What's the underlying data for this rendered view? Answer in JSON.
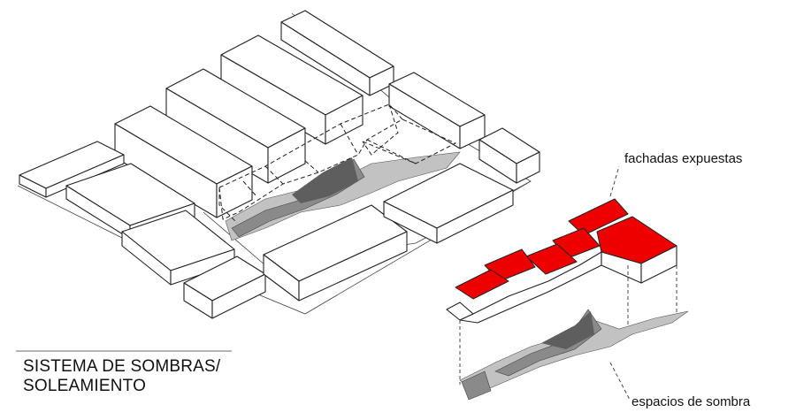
{
  "title": {
    "line1": "SISTEMA DE SOMBRAS/",
    "line2": "SOLEAMIENTO"
  },
  "labels": {
    "fachadas": "fachadas expuestas",
    "sombra": "espacios de sombra"
  },
  "colors": {
    "exposed_facade": "#ee0000",
    "shadow_dark": "#777777",
    "shadow_light": "#b5b5b5",
    "line": "#222222"
  }
}
